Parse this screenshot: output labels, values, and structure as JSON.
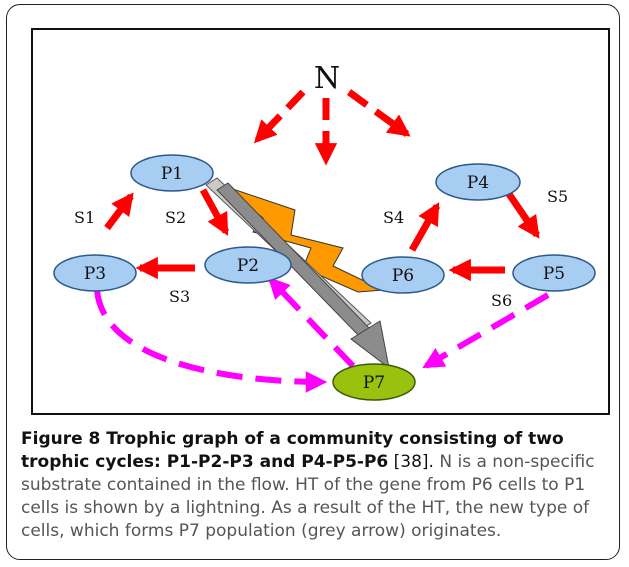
{
  "diagram": {
    "source_label": "N",
    "nodes": [
      {
        "id": "P1",
        "label": "P1",
        "color": "#a8cdf2"
      },
      {
        "id": "P2",
        "label": "P2",
        "color": "#a8cdf2"
      },
      {
        "id": "P3",
        "label": "P3",
        "color": "#a8cdf2"
      },
      {
        "id": "P4",
        "label": "P4",
        "color": "#a8cdf2"
      },
      {
        "id": "P5",
        "label": "P5",
        "color": "#a8cdf2"
      },
      {
        "id": "P6",
        "label": "P6",
        "color": "#a8cdf2"
      },
      {
        "id": "P7",
        "label": "P7",
        "color": "#9bc10f"
      }
    ],
    "edge_labels": {
      "s1": "S1",
      "s2": "S2",
      "s3": "S3",
      "s4": "S4",
      "s5": "S5",
      "s6": "S6"
    },
    "colors": {
      "substrate_arrow": "#ff0000",
      "magenta_arrow": "#ff00ff",
      "grey_arrow": "#8c8c8c",
      "lightning": "#ff9900",
      "node_stroke": "#2d5a8a"
    }
  },
  "caption": {
    "bold": "Figure 8 Trophic graph of a community consisting of two trophic cycles: P1-P2-P3 and P4-P5-P6",
    "ref": " [38].",
    "rest": " N is a non-specific substrate contained in the flow. HT of the gene from P6 cells to P1 cells is shown by a lightning. As a result of the HT, the new type of cells, which forms P7 population (grey arrow) originates."
  }
}
